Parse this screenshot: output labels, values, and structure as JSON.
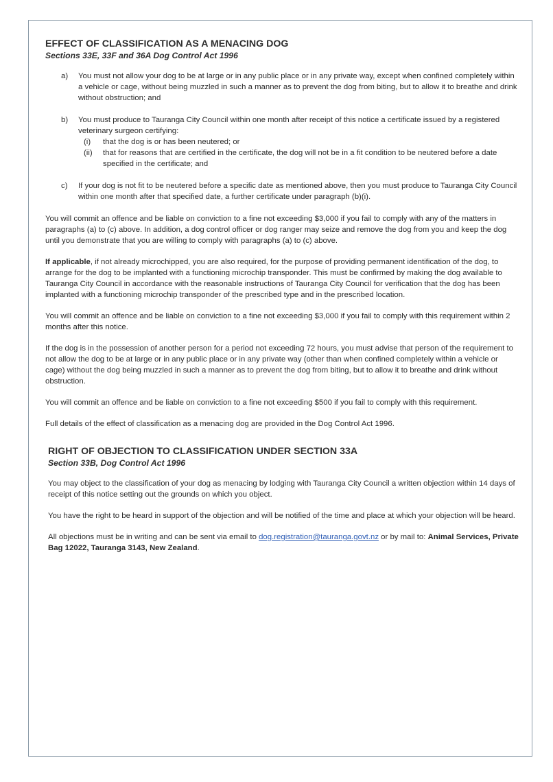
{
  "section1": {
    "heading": "EFFECT OF CLASSIFICATION AS A MENACING DOG",
    "subheading": "Sections 33E, 33F and 36A Dog Control Act 1996",
    "items": [
      {
        "marker": "a)",
        "text": "You must not allow your dog to be at large or in any public place or in any private way, except when confined completely within a vehicle or cage, without being muzzled in such a manner as to prevent the dog from biting, but to allow it to breathe and drink without obstruction; and"
      },
      {
        "marker": "b)",
        "text": "You must produce to Tauranga City Council within one month after receipt of this notice a certificate issued by a registered veterinary surgeon certifying:",
        "subitems": [
          {
            "marker": "(i)",
            "text": "that the dog is or has been neutered; or"
          },
          {
            "marker": "(ii)",
            "text": "that for reasons that are certified in the certificate, the dog will not be in a fit condition to be neutered before a date specified in the certificate; and"
          }
        ]
      },
      {
        "marker": "c)",
        "text": "If your dog is not fit to be neutered before a specific date as mentioned above, then you must produce to Tauranga City Council within one month after that specified date, a further certificate under paragraph (b)(i)."
      }
    ],
    "para1": "You will commit an offence and be liable on conviction to a fine not exceeding $3,000 if you fail to comply with any of the matters in paragraphs (a) to (c) above. In addition, a dog control officer or dog ranger may seize and remove the dog from you and keep the dog until you demonstrate that you are willing to comply with paragraphs (a) to (c) above.",
    "para2_bold": "If applicable",
    "para2_rest": ", if not already microchipped, you are also required, for the purpose of providing permanent identification of the dog, to arrange for the dog to be implanted with a functioning microchip transponder. This must be confirmed by making the dog available to Tauranga City Council in accordance with the reasonable instructions of Tauranga City Council for verification that the dog has been implanted with a functioning microchip transponder of the prescribed type and in the prescribed location.",
    "para3": "You will commit an offence and be liable on conviction to a fine not exceeding $3,000 if you fail to comply with this requirement within 2 months after this notice.",
    "para4": "If the dog is in the possession of another person for a period not exceeding 72 hours, you must advise that person of the requirement to not allow the dog to be at large or in any public place or in any private way (other than when confined completely within a vehicle or cage) without the dog being muzzled in such a manner as to prevent the dog from biting, but to allow it to breathe and drink without obstruction.",
    "para5": "You will commit an offence and be liable on conviction to a fine not exceeding $500 if you fail to comply with this requirement.",
    "para6": "Full details of the effect of classification as a menacing dog are provided in the Dog Control Act 1996."
  },
  "section2": {
    "heading": "RIGHT OF OBJECTION TO CLASSIFICATION UNDER SECTION 33A",
    "subheading": "Section 33B, Dog Control Act 1996",
    "para1": "You may object to the classification of your dog as menacing by lodging with Tauranga City Council a written objection within 14 days of receipt of this notice setting out the grounds on which you object.",
    "para2": "You have the right to be heard in support of the objection and will be notified of the time and place at which your objection will be heard.",
    "para3_start": "All objections must be in writing and can be sent via email to ",
    "email": "dog.registration@tauranga.govt.nz",
    "para3_mid": " or by mail to: ",
    "address_bold": "Animal Services, Private Bag 12022, Tauranga 3143, New Zealand",
    "para3_end": "."
  },
  "colors": {
    "text": "#2a2a2a",
    "link": "#2f5eb5",
    "border": "#8a9aa8"
  }
}
